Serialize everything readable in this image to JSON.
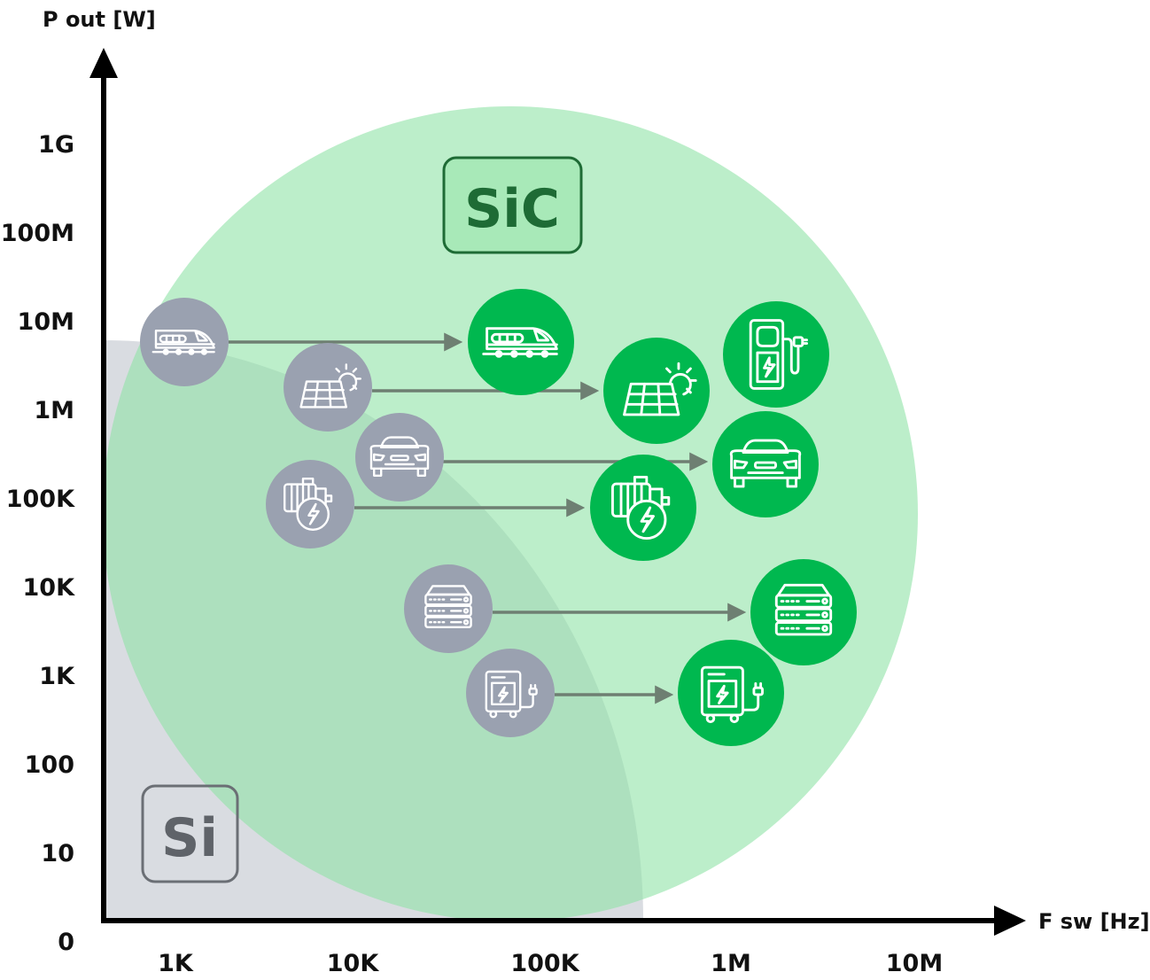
{
  "axes": {
    "y_title": "P out [W]",
    "x_title": "F sw [Hz]",
    "y_ticks": [
      "1G",
      "100M",
      "10M",
      "1M",
      "100K",
      "10K",
      "1K",
      "100",
      "10",
      "0"
    ],
    "x_ticks": [
      "1K",
      "10K",
      "100K",
      "1M",
      "10M"
    ]
  },
  "regions": {
    "sic_label": "SiC",
    "si_label": "Si"
  },
  "applications": [
    {
      "name": "train-icon"
    },
    {
      "name": "solar-panel-icon"
    },
    {
      "name": "car-icon"
    },
    {
      "name": "motor-icon"
    },
    {
      "name": "server-icon"
    },
    {
      "name": "charger-icon"
    },
    {
      "name": "ev-charging-station-icon"
    }
  ],
  "colors": {
    "si_region": "#d9dce1",
    "sic_region": "#8fe3a6",
    "si_icon_bg": "#9aa1b0",
    "sic_icon_bg": "#00b84f",
    "arrow": "#6e7f72",
    "sic_box_border": "#1e6b35",
    "sic_box_text": "#1e6b35",
    "si_box_border": "#6b6f75",
    "si_box_text": "#5f6369"
  }
}
